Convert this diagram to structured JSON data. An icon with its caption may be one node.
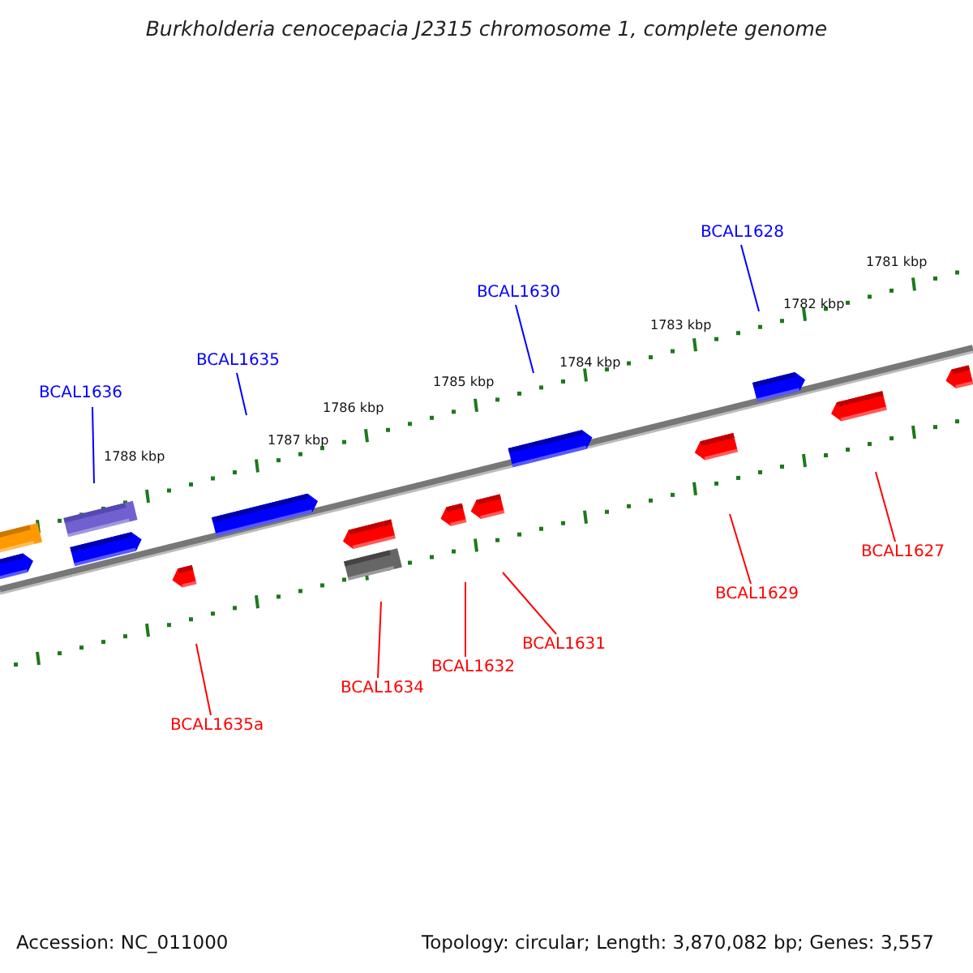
{
  "diagram": {
    "title": "Burkholderia cenocepacia J2315 chromosome 1, complete genome",
    "nodes": [
      {
        "text": [
          "BCAL1636"
        ]
      },
      {
        "text": [
          "BCAL1635"
        ]
      },
      {
        "text": [
          "BCAL1630"
        ]
      },
      {
        "text": [
          "BCAL1628"
        ]
      },
      {
        "text": [
          "BCAL1635a"
        ]
      },
      {
        "text": [
          "BCAL1634"
        ]
      },
      {
        "text": [
          "BCAL1632"
        ]
      },
      {
        "text": [
          "BCAL1631"
        ]
      },
      {
        "text": [
          "BCAL1629"
        ]
      },
      {
        "text": [
          "BCAL1627"
        ]
      }
    ],
    "edges": [
      {
        "from": 0,
        "to": null,
        "arrow": "none",
        "color": "#0000ff"
      },
      {
        "from": 1,
        "to": null,
        "arrow": "none",
        "color": "#0000ff"
      },
      {
        "from": 2,
        "to": null,
        "arrow": "none",
        "color": "#0000ff"
      },
      {
        "from": 3,
        "to": null,
        "arrow": "none",
        "color": "#0000ff"
      },
      {
        "from": 4,
        "to": null,
        "arrow": "none",
        "color": "#ff0000"
      },
      {
        "from": 5,
        "to": null,
        "arrow": "none",
        "color": "#ff0000"
      },
      {
        "from": 6,
        "to": null,
        "arrow": "none",
        "color": "#ff0000"
      },
      {
        "from": 7,
        "to": null,
        "arrow": "none",
        "color": "#ff0000"
      },
      {
        "from": 8,
        "to": null,
        "arrow": "none",
        "color": "#ff0000"
      },
      {
        "from": 9,
        "to": null,
        "arrow": "none",
        "color": "#ff0000"
      }
    ],
    "labels": [
      "1788 kbp",
      "1787 kbp",
      "1786 kbp",
      "1785 kbp",
      "1784 kbp",
      "1783 kbp",
      "1782 kbp",
      "1781 kbp",
      "Accession: NC_011000",
      "Topology: circular; Length: 3,870,082 bp; Genes: 3,557"
    ]
  }
}
